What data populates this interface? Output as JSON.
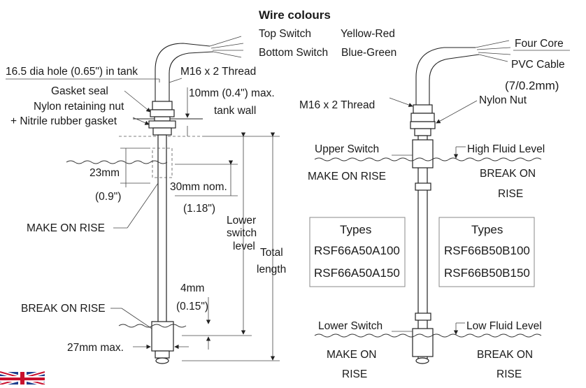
{
  "wire_colours": {
    "heading": "Wire colours",
    "top_label": "Top Switch",
    "top_value": "Yellow-Red",
    "bottom_label": "Bottom Switch",
    "bottom_value": "Blue-Green"
  },
  "left": {
    "hole": "16.5 dia hole (0.65\") in tank",
    "thread": "M16 x 2 Thread",
    "gasket": "Gasket seal",
    "nut_line1": "Nylon retaining nut",
    "nut_line2": "+ Nitrile rubber gasket",
    "wall_line1": "10mm (0.4\") max.",
    "wall_line2": "tank wall",
    "d23": "23mm",
    "d23_in": "(0.9\")",
    "d30": "30mm nom.",
    "d30_in": "(1.18\")",
    "lower_1": "Lower",
    "lower_2": "switch",
    "lower_3": "level",
    "total_1": "Total",
    "total_2": "length",
    "make": "MAKE ON RISE",
    "break": "BREAK ON RISE",
    "d4": "4mm",
    "d4_in": "(0.15\")",
    "d27": "27mm max."
  },
  "right": {
    "cable_1": "Four Core",
    "cable_2": "PVC Cable",
    "cable_3": "(7/0.2mm)",
    "thread": "M16 x 2 Thread",
    "nut": "Nylon Nut",
    "upper_switch": "Upper Switch",
    "high_level": "High Fluid Level",
    "make_on_rise": "MAKE ON RISE",
    "break_on": "BREAK ON",
    "rise": "RISE",
    "types_a_title": "Types",
    "types_a_1": "RSF66A50A100",
    "types_a_2": "RSF66A50A150",
    "types_b_title": "Types",
    "types_b_1": "RSF66B50B100",
    "types_b_2": "RSF66B50B150",
    "lower_switch": "Lower Switch",
    "low_level": "Low Fluid Level",
    "make_on": "MAKE ON",
    "rise_2": "RISE",
    "break_on_2": "BREAK ON",
    "rise_3": "RISE"
  },
  "colors": {
    "flag_blue": "#1f3f8f",
    "flag_red": "#c8102e"
  }
}
